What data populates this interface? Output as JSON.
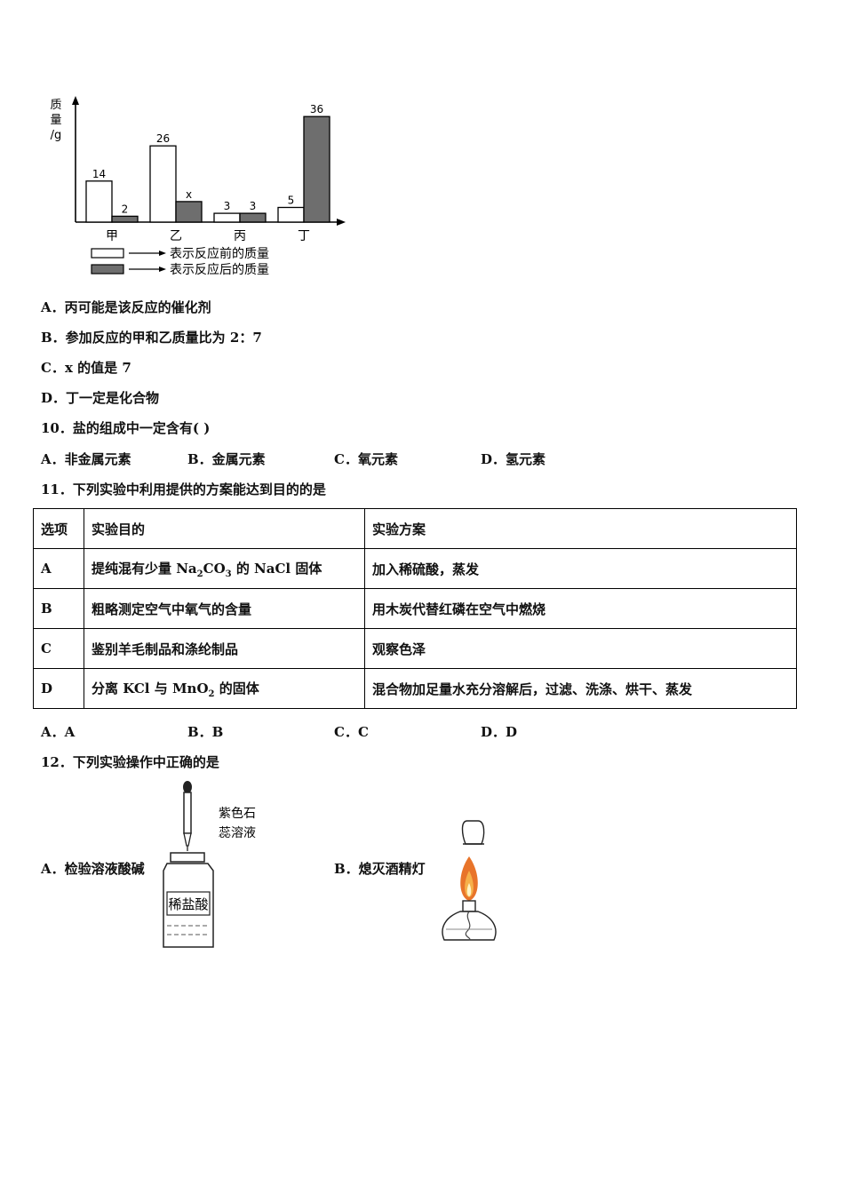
{
  "chart_data": {
    "type": "bar",
    "ylabel": "质量/g",
    "categories": [
      "甲",
      "乙",
      "丙",
      "丁"
    ],
    "series": [
      {
        "name": "表示反应前的质量",
        "values": [
          14,
          26,
          3,
          5
        ],
        "labels": [
          "14",
          "26",
          "3",
          "5"
        ],
        "color": "#ffffff"
      },
      {
        "name": "表示反应后的质量",
        "values": [
          2,
          7,
          3,
          36
        ],
        "labels": [
          "2",
          "x",
          "3",
          "36"
        ],
        "color": "#6e6e6e"
      }
    ],
    "ylim": [
      0,
      40
    ],
    "grid": false,
    "legend": "bottom"
  },
  "q9": {
    "options": [
      "A．丙可能是该反应的催化剂",
      "B．参加反应的甲和乙质量比为 2：7",
      "C．x 的值是 7",
      "D．丁一定是化合物"
    ]
  },
  "q10": {
    "question": "10．盐的组成中一定含有(   )",
    "options": [
      "A．非金属元素",
      "B．金属元素",
      "C．氧元素",
      "D．氢元素"
    ]
  },
  "q11": {
    "question": "11．下列实验中利用提供的方案能达到目的的是",
    "headers": [
      "选项",
      "实验目的",
      "实验方案"
    ],
    "rows": [
      {
        "key": "A",
        "goal_pre": "提纯混有少量 Na",
        "goal_sub1": "2",
        "goal_mid": "CO",
        "goal_sub2": "3",
        "goal_post": " 的 NaCl 固体",
        "plan": "加入稀硫酸，蒸发"
      },
      {
        "key": "B",
        "goal": "粗略测定空气中氧气的含量",
        "plan": "用木炭代替红磷在空气中燃烧"
      },
      {
        "key": "C",
        "goal": "鉴别羊毛制品和涤纶制品",
        "plan": "观察色泽"
      },
      {
        "key": "D",
        "goal_pre": "分离 KCl 与 MnO",
        "goal_sub1": "2",
        "goal_post": " 的固体",
        "plan": "混合物加足量水充分溶解后，过滤、洗涤、烘干、蒸发"
      }
    ],
    "options": [
      "A．A",
      "B．B",
      "C．C",
      "D．D"
    ]
  },
  "q12": {
    "question": "12．下列实验操作中正确的是",
    "option_a": "A．检验溶液酸碱",
    "option_b": "B．熄灭酒精灯",
    "dropper_label_1": "紫色石",
    "dropper_label_2": "蕊溶液",
    "bottle_label": "稀盐酸"
  }
}
